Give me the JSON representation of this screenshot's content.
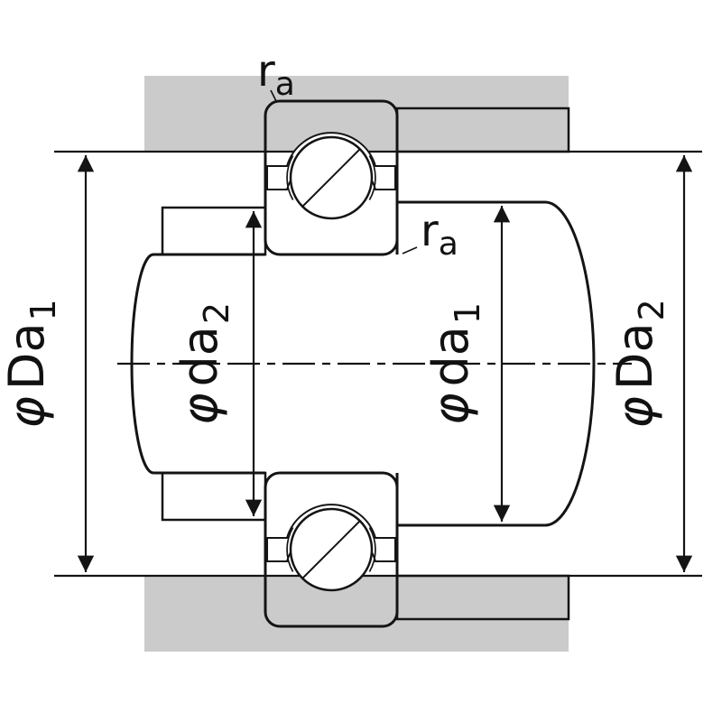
{
  "labels": {
    "ra_top": {
      "base": "r",
      "sub": "a"
    },
    "ra_shaft": {
      "base": "r",
      "sub": "a"
    },
    "dim_left": {
      "phi": "φ",
      "base": "Da",
      "sub": "1"
    },
    "dim_inner_left": {
      "phi": "φ",
      "base": "da",
      "sub": "2"
    },
    "dim_inner_right": {
      "phi": "φ",
      "base": "da",
      "sub": "1"
    },
    "dim_right": {
      "phi": "φ",
      "base": "Da",
      "sub": "2"
    }
  },
  "colors": {
    "background": "#ffffff",
    "housing": "#cbcbcb",
    "shoulder": "#7a7a7a",
    "bearing": "#b2ebf5",
    "line": "#141414"
  }
}
